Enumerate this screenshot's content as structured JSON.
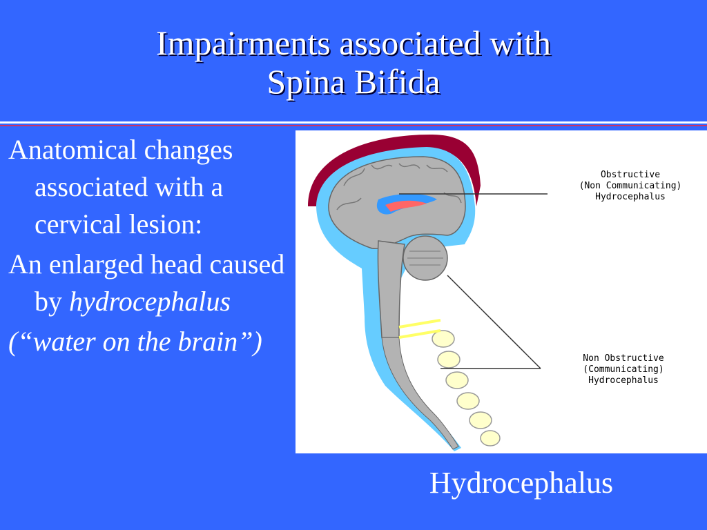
{
  "title": {
    "line1": "Impairments associated with",
    "line2": "Spina Bifida"
  },
  "bullets": {
    "b1": "Anatomical changes associated with a cervical lesion:",
    "b2_plain": "An enlarged head caused by",
    "b2_italic": "hydrocephalus",
    "b3": "(“water on the brain”)"
  },
  "figure": {
    "label_obstructive": [
      "Obstructive",
      "(Non Communicating)",
      "Hydrocephalus"
    ],
    "label_nonobstructive": [
      "Non Obstructive",
      "(Communicating)",
      "Hydrocephalus"
    ]
  },
  "caption": "Hydrocephalus",
  "colors": {
    "background": "#3366ff",
    "text": "#ffffff",
    "rule_accent": "#cc3366",
    "csf": "#66ccff",
    "brain": "#b3b3b3",
    "scalp": "#990033"
  }
}
